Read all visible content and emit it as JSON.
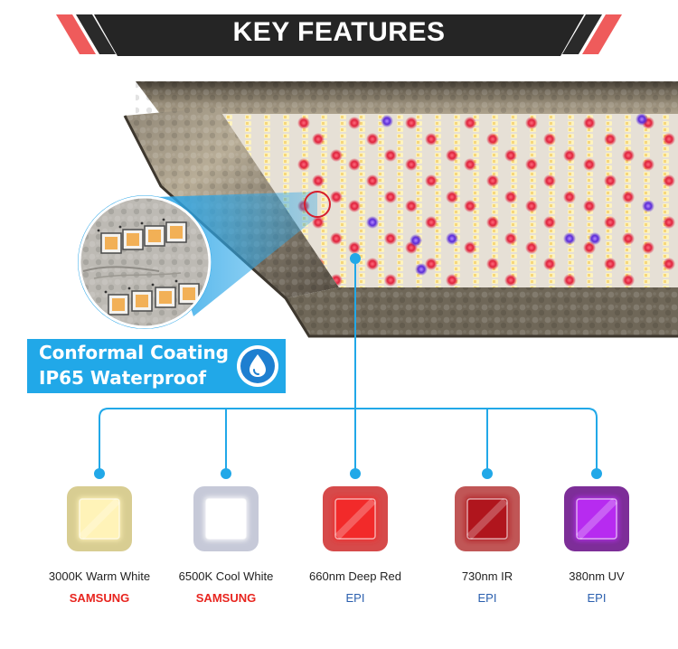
{
  "banner": {
    "title": "KEY FEATURES"
  },
  "coating": {
    "line1": "Conformal Coating",
    "line2": "IP65 Waterproof",
    "icon": "water-drop-icon"
  },
  "colors": {
    "accent_blue": "#21a8e8",
    "banner_dark": "#252525",
    "banner_red": "#ef5b5b",
    "samsung_red": "#e8251f",
    "epi_blue": "#2a5fae"
  },
  "chips": [
    {
      "name": "3000K Warm White",
      "brand": "SAMSUNG",
      "color": "#fff3b8",
      "frame": "#d8cd92"
    },
    {
      "name": "6500K Cool White",
      "brand": "SAMSUNG",
      "color": "#ffffff",
      "frame": "#c6c9d8"
    },
    {
      "name": "660nm Deep Red",
      "brand": "EPI",
      "color": "#f22a2a",
      "frame": "#d64a4a"
    },
    {
      "name": "730nm IR",
      "brand": "EPI",
      "color": "#b0151d",
      "frame": "#c05656"
    },
    {
      "name": "380nm UV",
      "brand": "EPI",
      "color": "#b72bf0",
      "frame": "#7d2e98"
    }
  ]
}
